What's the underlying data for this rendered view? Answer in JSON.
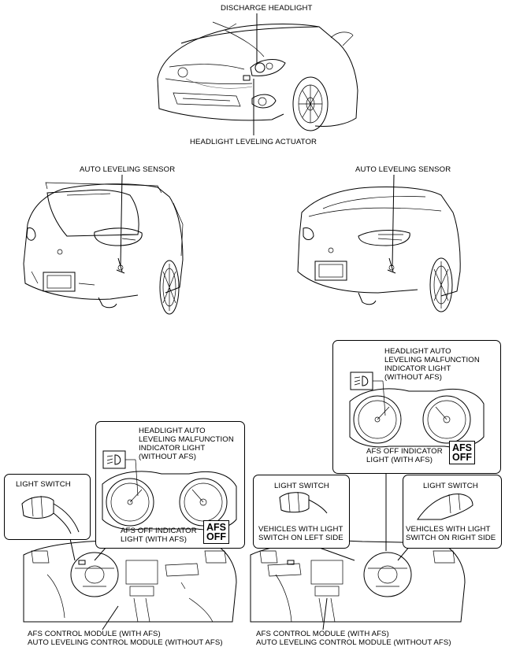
{
  "labels": {
    "discharge_headlight": "DISCHARGE HEADLIGHT",
    "headlight_leveling_actuator": "HEADLIGHT LEVELING ACTUATOR",
    "auto_leveling_sensor_left": "AUTO LEVELING SENSOR",
    "auto_leveling_sensor_right": "AUTO LEVELING SENSOR",
    "light_switch_left": "LIGHT SWITCH",
    "indicator_left": [
      "HEADLIGHT AUTO",
      "LEVELING MALFUNCTION",
      "INDICATOR LIGHT",
      "(WITHOUT AFS)"
    ],
    "afs_off_left": [
      "AFS OFF INDICATOR",
      "LIGHT (WITH AFS)"
    ],
    "indicator_right": [
      "HEADLIGHT AUTO",
      "LEVELING MALFUNCTION",
      "INDICATOR LIGHT",
      "(WITHOUT AFS)"
    ],
    "afs_off_right": [
      "AFS OFF INDICATOR",
      "LIGHT (WITH AFS)"
    ],
    "light_switch_mid": "LIGHT SWITCH",
    "vehicles_left_side": [
      "VEHICLES WITH LIGHT",
      "SWITCH ON LEFT SIDE"
    ],
    "light_switch_right": "LIGHT SWITCH",
    "vehicles_right_side": [
      "VEHICLES WITH LIGHT",
      "SWITCH ON RIGHT SIDE"
    ],
    "afs_module_left": [
      "AFS CONTROL MODULE (WITH AFS)",
      "AUTO LEVELING CONTROL MODULE (WITHOUT AFS)"
    ],
    "afs_module_right": [
      "AFS CONTROL MODULE (WITH AFS)",
      "AUTO LEVELING CONTROL MODULE (WITHOUT AFS)"
    ]
  },
  "badges": {
    "afs_off_left": [
      "AFS",
      "OFF"
    ],
    "afs_off_right": [
      "AFS",
      "OFF"
    ]
  }
}
